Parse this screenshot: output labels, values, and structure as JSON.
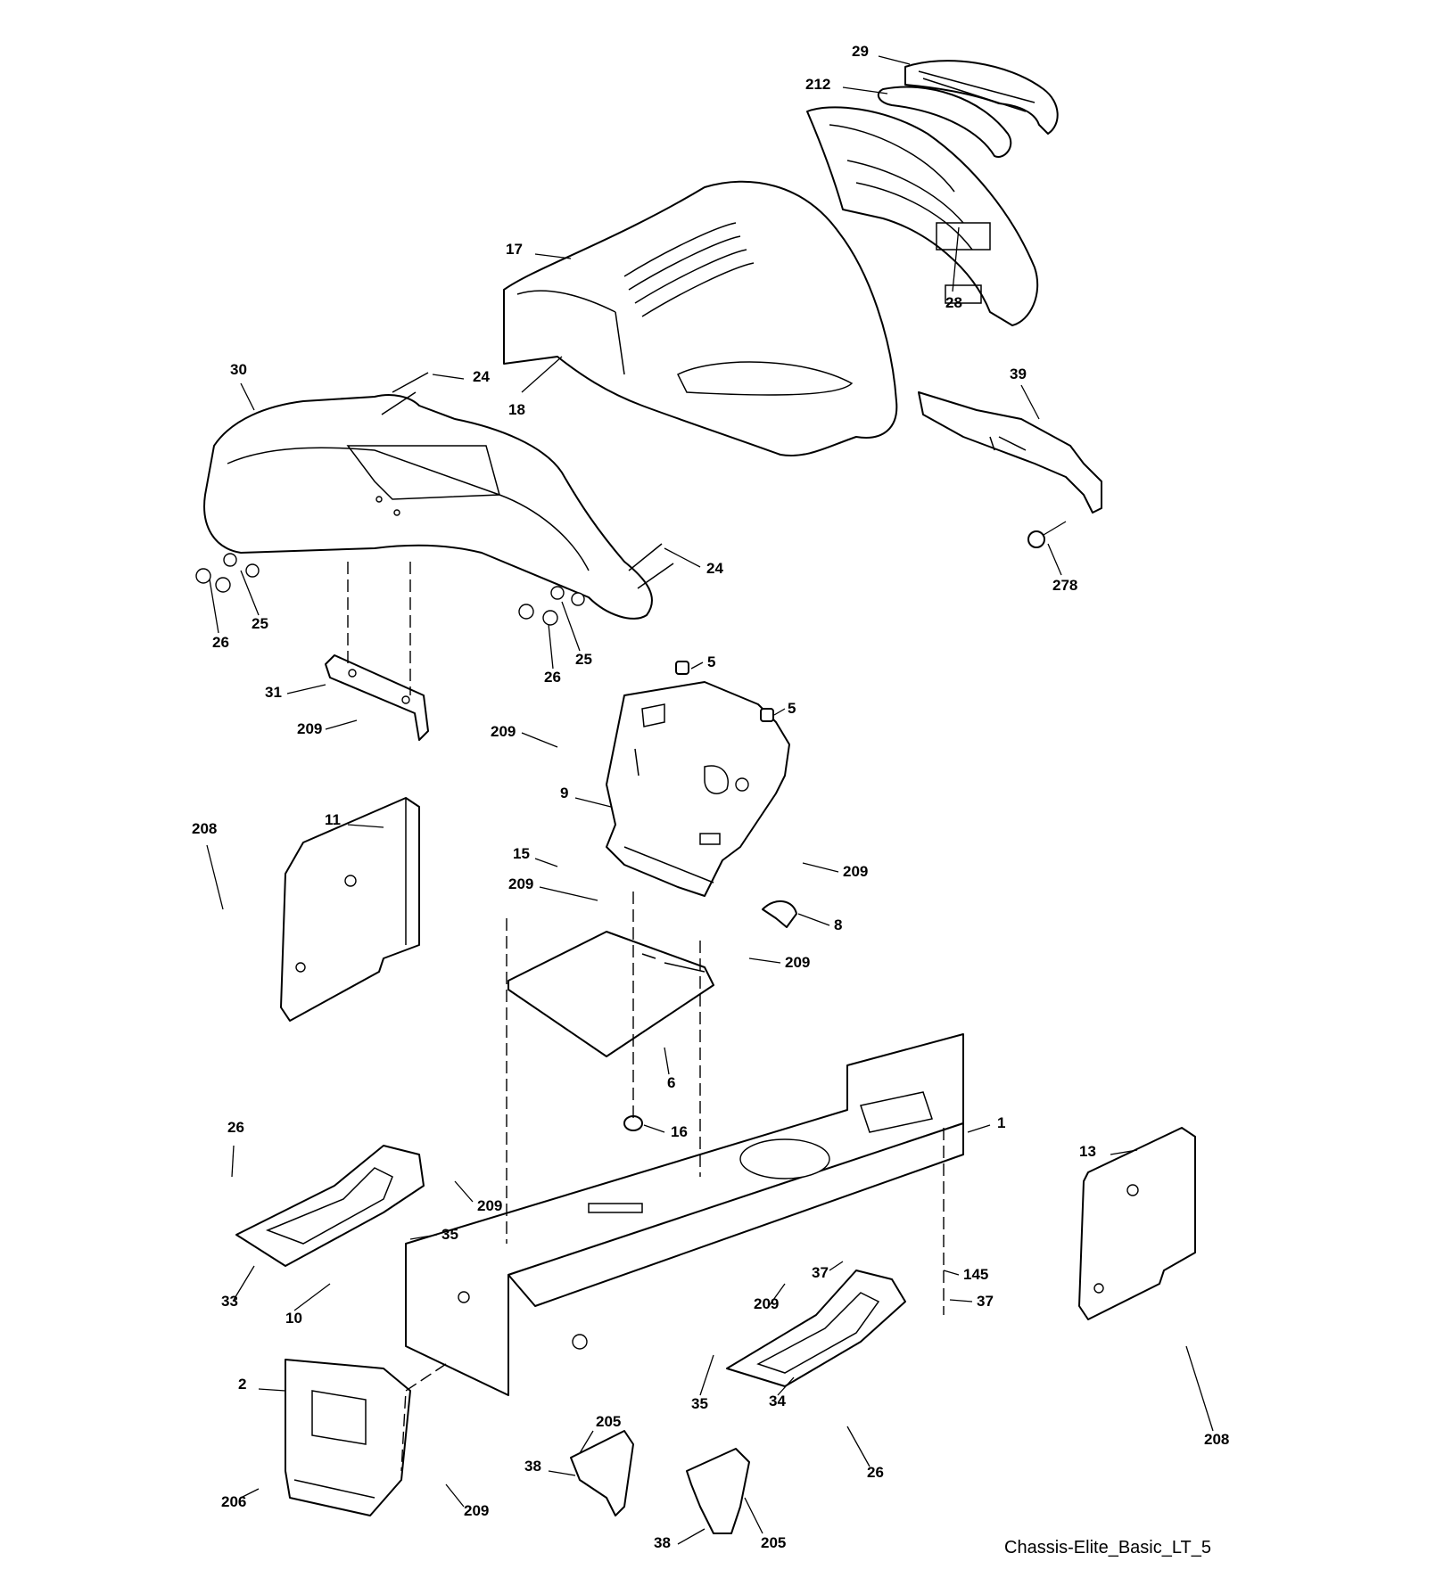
{
  "diagram_id": "Chassis-Elite_Basic_LT_5",
  "callouts": [
    {
      "id": "c29",
      "label": "29"
    },
    {
      "id": "c212",
      "label": "212"
    },
    {
      "id": "c17",
      "label": "17"
    },
    {
      "id": "c28",
      "label": "28"
    },
    {
      "id": "c18",
      "label": "18"
    },
    {
      "id": "c30",
      "label": "30"
    },
    {
      "id": "c24a",
      "label": "24"
    },
    {
      "id": "c39",
      "label": "39"
    },
    {
      "id": "c278",
      "label": "278"
    },
    {
      "id": "c24b",
      "label": "24"
    },
    {
      "id": "c26a",
      "label": "26"
    },
    {
      "id": "c25a",
      "label": "25"
    },
    {
      "id": "c26b",
      "label": "26"
    },
    {
      "id": "c25b",
      "label": "25"
    },
    {
      "id": "c5a",
      "label": "5"
    },
    {
      "id": "c5b",
      "label": "5"
    },
    {
      "id": "c31",
      "label": "31"
    },
    {
      "id": "c209a",
      "label": "209"
    },
    {
      "id": "c209b",
      "label": "209"
    },
    {
      "id": "c9",
      "label": "9"
    },
    {
      "id": "c208a",
      "label": "208"
    },
    {
      "id": "c11",
      "label": "11"
    },
    {
      "id": "c15",
      "label": "15"
    },
    {
      "id": "c209c",
      "label": "209"
    },
    {
      "id": "c209d",
      "label": "209"
    },
    {
      "id": "c8",
      "label": "8"
    },
    {
      "id": "c209e",
      "label": "209"
    },
    {
      "id": "c6",
      "label": "6"
    },
    {
      "id": "c16",
      "label": "16"
    },
    {
      "id": "c1",
      "label": "1"
    },
    {
      "id": "c26c",
      "label": "26"
    },
    {
      "id": "c13",
      "label": "13"
    },
    {
      "id": "c209f",
      "label": "209"
    },
    {
      "id": "c35a",
      "label": "35"
    },
    {
      "id": "c37a",
      "label": "37"
    },
    {
      "id": "c145",
      "label": "145"
    },
    {
      "id": "c33",
      "label": "33"
    },
    {
      "id": "c10",
      "label": "10"
    },
    {
      "id": "c209g",
      "label": "209"
    },
    {
      "id": "c37b",
      "label": "37"
    },
    {
      "id": "c35b",
      "label": "35"
    },
    {
      "id": "c2",
      "label": "2"
    },
    {
      "id": "c34",
      "label": "34"
    },
    {
      "id": "c208b",
      "label": "208"
    },
    {
      "id": "c205a",
      "label": "205"
    },
    {
      "id": "c38a",
      "label": "38"
    },
    {
      "id": "c26d",
      "label": "26"
    },
    {
      "id": "c206",
      "label": "206"
    },
    {
      "id": "c209h",
      "label": "209"
    },
    {
      "id": "c38b",
      "label": "38"
    },
    {
      "id": "c205b",
      "label": "205"
    }
  ]
}
